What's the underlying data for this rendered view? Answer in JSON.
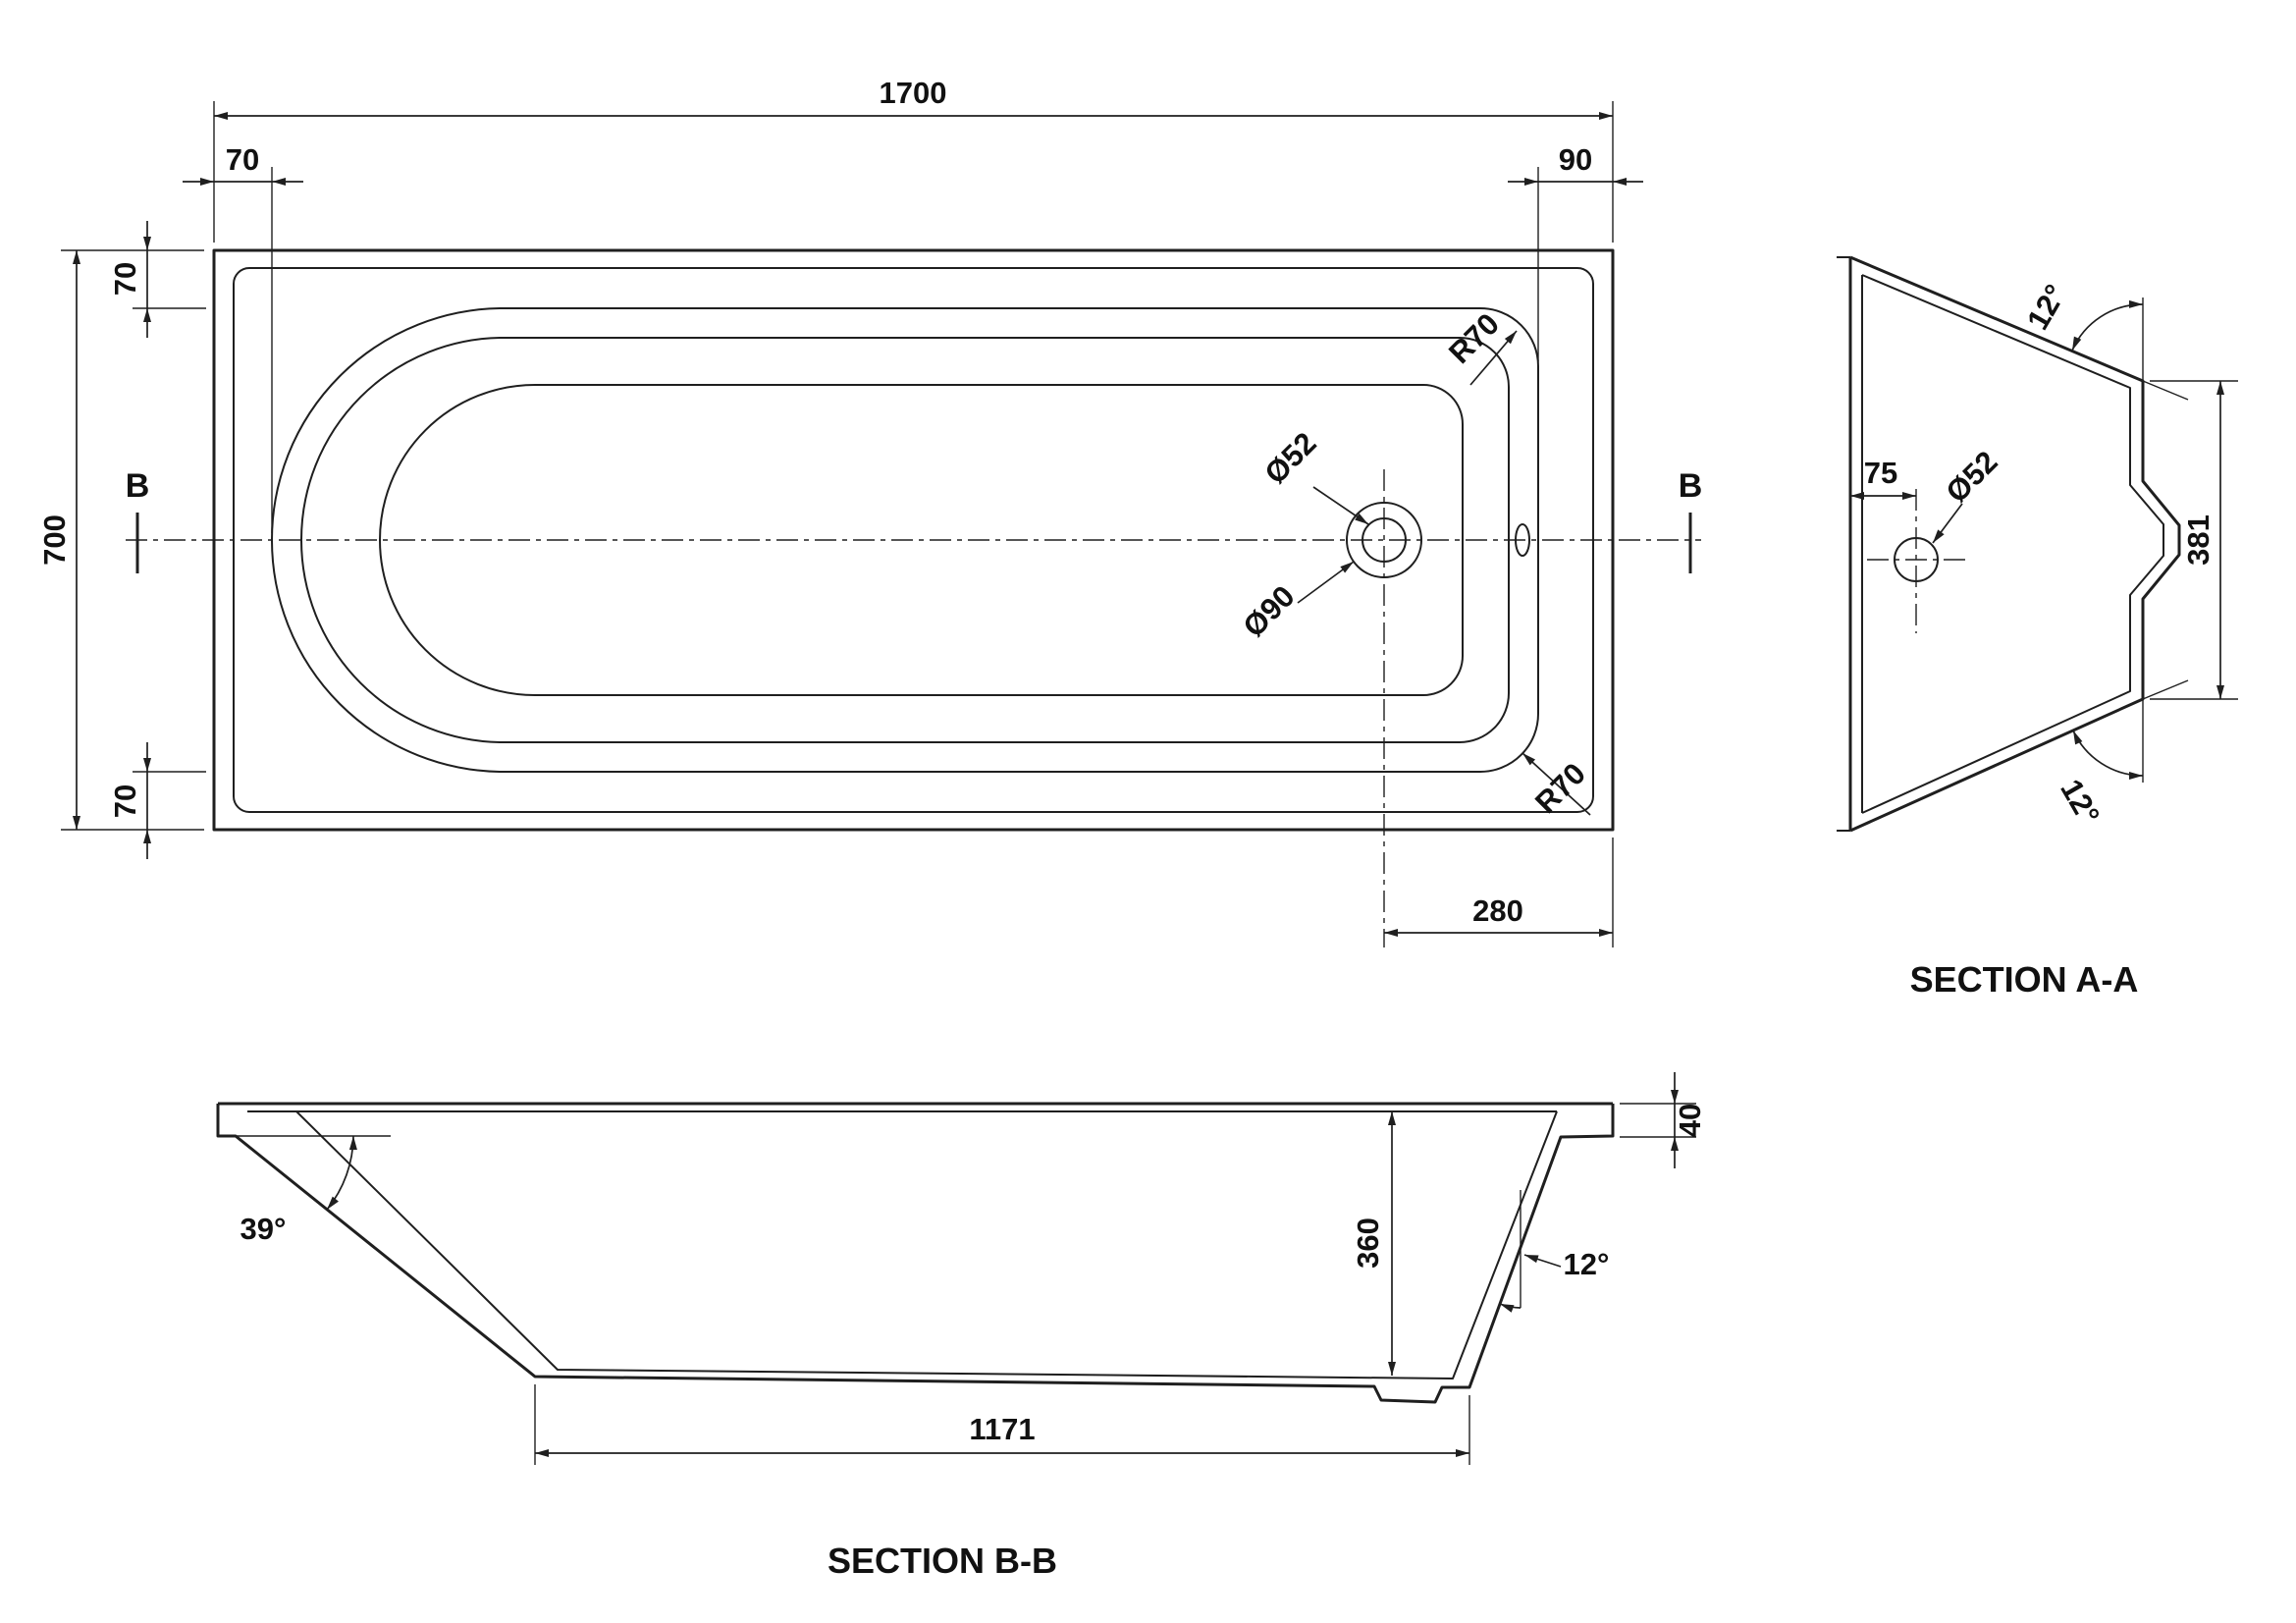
{
  "drawing": {
    "plan": {
      "dim_length": "1700",
      "dim_rim_left": "70",
      "dim_rim_right": "90",
      "dim_width": "700",
      "dim_rim_top": "70",
      "dim_rim_bottom": "70",
      "dim_drain_from_end": "280",
      "corner_radius_top": "R70",
      "corner_radius_bottom": "R70",
      "drain_diameter": "Ø52",
      "waste_diameter": "Ø90",
      "section_marker_left": "B",
      "section_marker_right": "B"
    },
    "section_aa": {
      "title": "SECTION A-A",
      "angle_top": "12°",
      "angle_bottom": "12°",
      "dim_drain_offset": "75",
      "drain_diameter": "Ø52",
      "dim_rim_height": "381"
    },
    "section_bb": {
      "title": "SECTION B-B",
      "angle_head": "39°",
      "angle_foot": "12°",
      "dim_depth": "360",
      "dim_rim_drop": "40",
      "dim_base_length": "1171"
    }
  }
}
